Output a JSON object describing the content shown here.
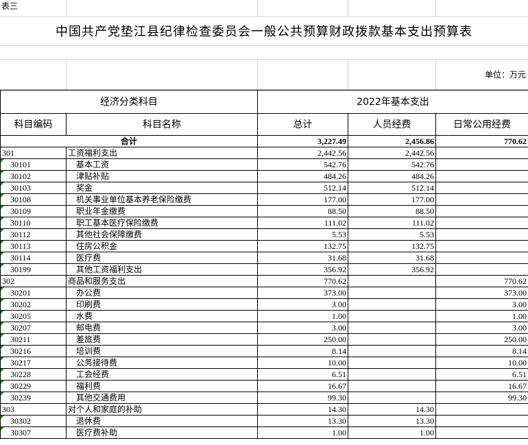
{
  "sheet_label": "表三",
  "title": "中国共产党垫江县纪律检查委员会一般公共预算财政拨款基本支出预算表",
  "unit": "单位：万元",
  "headers": {
    "group_left": "经济分类科目",
    "group_right": "2022年基本支出",
    "col_code": "科目编码",
    "col_name": "科目名称",
    "col_total": "总计",
    "col_personnel": "人员经费",
    "col_public": "日常公用经费"
  },
  "total_row": {
    "label": "合计",
    "total": "3,227.49",
    "personnel": "2,456.86",
    "public": "770.62"
  },
  "rows": [
    {
      "code": "301",
      "name": "工资福利支出",
      "total": "2,442.56",
      "personnel": "2,442.56",
      "public": "",
      "level": 1
    },
    {
      "code": "30101",
      "name": "基本工资",
      "total": "542.76",
      "personnel": "542.76",
      "public": "",
      "level": 2
    },
    {
      "code": "30102",
      "name": "津贴补贴",
      "total": "484.26",
      "personnel": "484.26",
      "public": "",
      "level": 2
    },
    {
      "code": "30103",
      "name": "奖金",
      "total": "512.14",
      "personnel": "512.14",
      "public": "",
      "level": 2
    },
    {
      "code": "30108",
      "name": "机关事业单位基本养老保险缴费",
      "total": "177.00",
      "personnel": "177.00",
      "public": "",
      "level": 2
    },
    {
      "code": "30109",
      "name": "职业年金缴费",
      "total": "88.50",
      "personnel": "88.50",
      "public": "",
      "level": 2
    },
    {
      "code": "30110",
      "name": "职工基本医疗保险缴费",
      "total": "111.02",
      "personnel": "111.02",
      "public": "",
      "level": 2
    },
    {
      "code": "30112",
      "name": "其他社会保障缴费",
      "total": "5.53",
      "personnel": "5.53",
      "public": "",
      "level": 2
    },
    {
      "code": "30113",
      "name": "住房公积金",
      "total": "132.75",
      "personnel": "132.75",
      "public": "",
      "level": 2
    },
    {
      "code": "30114",
      "name": "医疗费",
      "total": "31.68",
      "personnel": "31.68",
      "public": "",
      "level": 2
    },
    {
      "code": "30199",
      "name": "其他工资福利支出",
      "total": "356.92",
      "personnel": "356.92",
      "public": "",
      "level": 2
    },
    {
      "code": "302",
      "name": "商品和服务支出",
      "total": "770.62",
      "personnel": "",
      "public": "770.62",
      "level": 1
    },
    {
      "code": "30201",
      "name": "办公费",
      "total": "373.00",
      "personnel": "",
      "public": "373.00",
      "level": 2
    },
    {
      "code": "30202",
      "name": "印刷费",
      "total": "3.00",
      "personnel": "",
      "public": "3.00",
      "level": 2
    },
    {
      "code": "30205",
      "name": "水费",
      "total": "1.00",
      "personnel": "",
      "public": "1.00",
      "level": 2
    },
    {
      "code": "30207",
      "name": "邮电费",
      "total": "3.00",
      "personnel": "",
      "public": "3.00",
      "level": 2
    },
    {
      "code": "30211",
      "name": "差旅费",
      "total": "250.00",
      "personnel": "",
      "public": "250.00",
      "level": 2
    },
    {
      "code": "30216",
      "name": "培训费",
      "total": "8.14",
      "personnel": "",
      "public": "8.14",
      "level": 2
    },
    {
      "code": "30217",
      "name": "公务接待费",
      "total": "10.00",
      "personnel": "",
      "public": "10.00",
      "level": 2
    },
    {
      "code": "30228",
      "name": "工会经费",
      "total": "6.51",
      "personnel": "",
      "public": "6.51",
      "level": 2
    },
    {
      "code": "30229",
      "name": "福利费",
      "total": "16.67",
      "personnel": "",
      "public": "16.67",
      "level": 2
    },
    {
      "code": "30239",
      "name": "其他交通费用",
      "total": "99.30",
      "personnel": "",
      "public": "99.30",
      "level": 2
    },
    {
      "code": "303",
      "name": "对个人和家庭的补助",
      "total": "14.30",
      "personnel": "14.30",
      "public": "",
      "level": 1
    },
    {
      "code": "30302",
      "name": "退休费",
      "total": "13.30",
      "personnel": "13.30",
      "public": "",
      "level": 2
    },
    {
      "code": "30307",
      "name": "医疗费补助",
      "total": "1.00",
      "personnel": "1.00",
      "public": "",
      "level": 2
    }
  ],
  "colors": {
    "grid_line": "#000000",
    "light_grid": "#d4d4d4",
    "cell_marker": "#1a8f3c"
  }
}
